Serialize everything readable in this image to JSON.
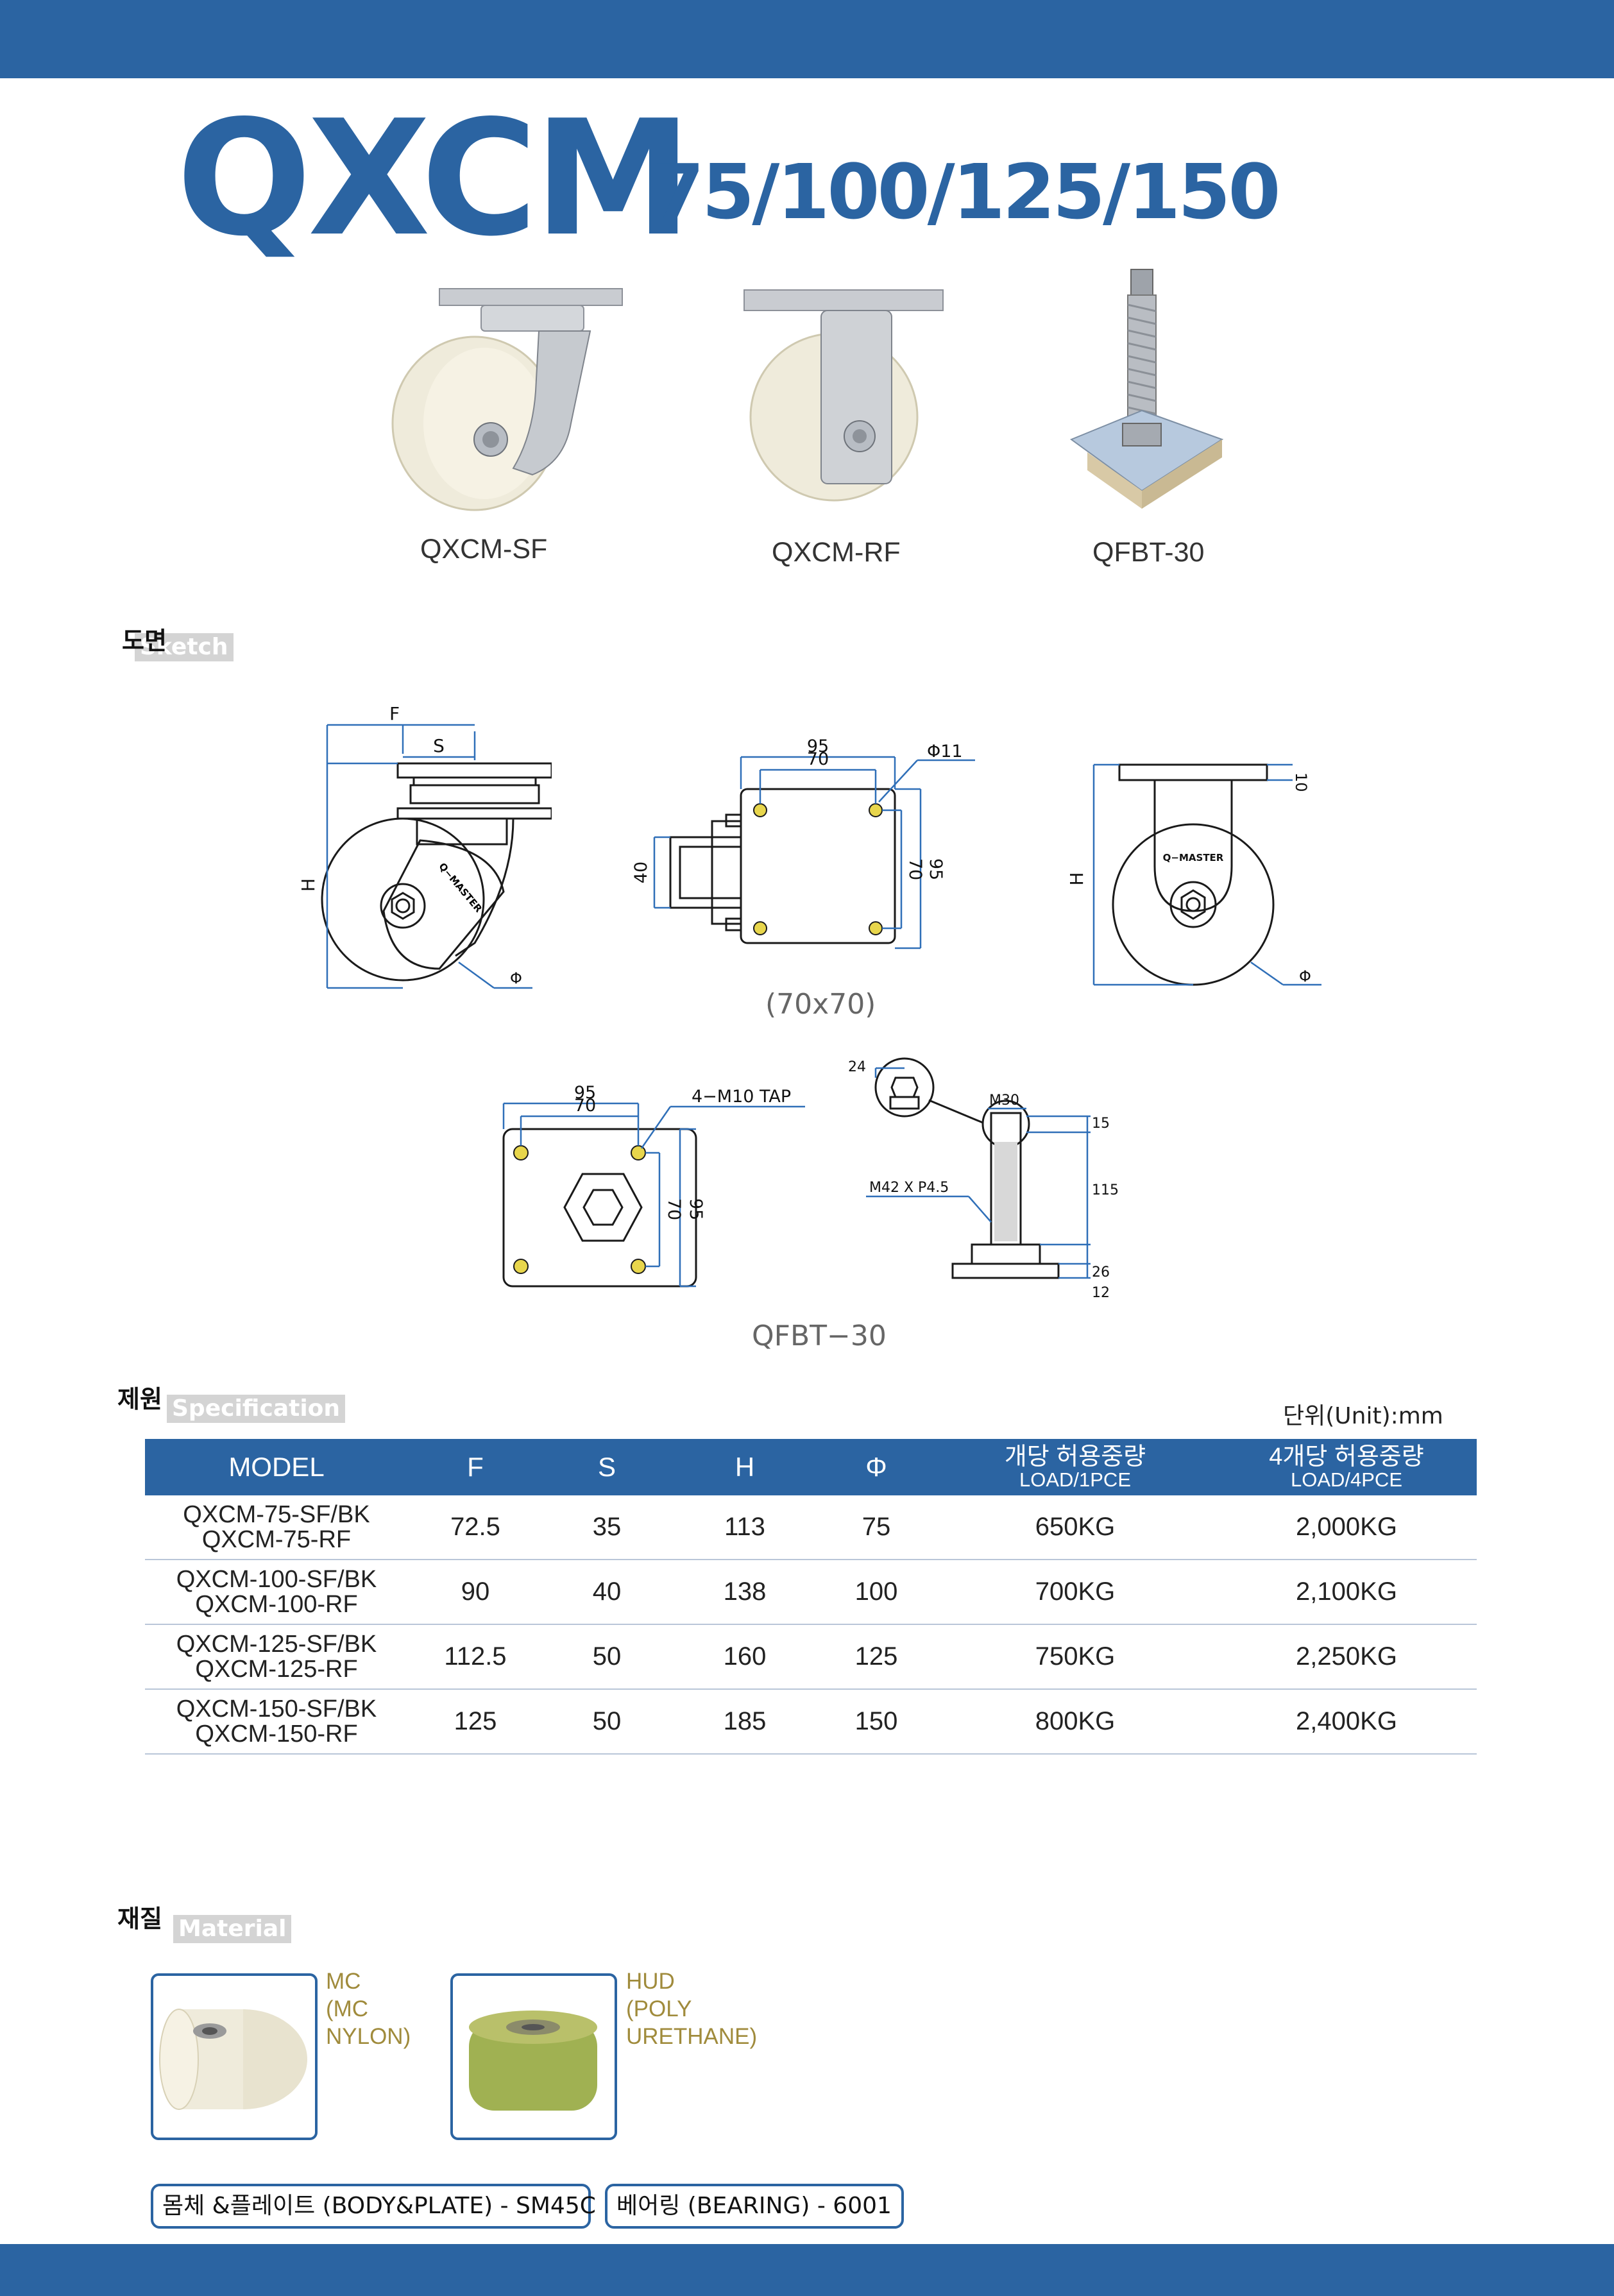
{
  "header": {
    "brand": "QXCM",
    "sizes": "75/100/125/150"
  },
  "products": [
    {
      "name": "QXCM-SF"
    },
    {
      "name": "QXCM-RF"
    },
    {
      "name": "QFBT-30"
    }
  ],
  "sketch": {
    "title_ko": "도면",
    "title_en": "Sketch",
    "plate_caption": "(70x70)",
    "qfbt_caption": "QFBT−30",
    "swivel": {
      "f": "F",
      "s": "S",
      "h": "H",
      "phi": "Φ",
      "logo": "Q−MASTER"
    },
    "plate": {
      "w_outer": "95",
      "w_inner": "70",
      "hole": "Φ11",
      "h_side": "40",
      "v_inner": "70",
      "v_outer": "95"
    },
    "rigid": {
      "top": "10",
      "h": "H",
      "logo": "Q−MASTER",
      "phi": "Φ"
    },
    "qfbt_plate": {
      "w_outer": "95",
      "w_inner": "70",
      "tap": "4−M10 TAP",
      "v_inner": "70",
      "v_outer": "95"
    },
    "qfbt_side": {
      "bolt": "24",
      "m30": "M30",
      "d15": "15",
      "d115": "115",
      "thread": "M42 X P4.5",
      "d26": "26",
      "d12": "12"
    }
  },
  "spec": {
    "title_ko": "제원",
    "title_en": "Specification",
    "unit": "단위(Unit):mm",
    "headers": {
      "model": "MODEL",
      "f": "F",
      "s": "S",
      "h": "H",
      "phi": "Φ",
      "load1_main": "개당 허용중량",
      "load1_sub": "LOAD/1PCE",
      "load4_main": "4개당 허용중량",
      "load4_sub": "LOAD/4PCE"
    },
    "rows": [
      {
        "model1": "QXCM-75-SF/BK",
        "model2": "QXCM-75-RF",
        "f": "72.5",
        "s": "35",
        "h": "113",
        "phi": "75",
        "load1": "650KG",
        "load4": "2,000KG"
      },
      {
        "model1": "QXCM-100-SF/BK",
        "model2": "QXCM-100-RF",
        "f": "90",
        "s": "40",
        "h": "138",
        "phi": "100",
        "load1": "700KG",
        "load4": "2,100KG"
      },
      {
        "model1": "QXCM-125-SF/BK",
        "model2": "QXCM-125-RF",
        "f": "112.5",
        "s": "50",
        "h": "160",
        "phi": "125",
        "load1": "750KG",
        "load4": "2,250KG"
      },
      {
        "model1": "QXCM-150-SF/BK",
        "model2": "QXCM-150-RF",
        "f": "125",
        "s": "50",
        "h": "185",
        "phi": "150",
        "load1": "800KG",
        "load4": "2,400KG"
      }
    ]
  },
  "material": {
    "title_ko": "재질",
    "title_en": "Material",
    "items": [
      {
        "line1": "MC",
        "line2": "(MC",
        "line3": "NYLON)"
      },
      {
        "line1": "HUD",
        "line2": "(POLY",
        "line3": "URETHANE)"
      }
    ],
    "body": "몸체 &플레이트 (BODY&PLATE) - SM45C",
    "bearing": "베어링 (BEARING) - 6001"
  },
  "colors": {
    "brand_blue": "#2b64a2",
    "dim_blue": "#2f6fb8",
    "material_label": "#a08b3c",
    "nylon": "#efebdb",
    "urethane": "#9fb04f"
  }
}
